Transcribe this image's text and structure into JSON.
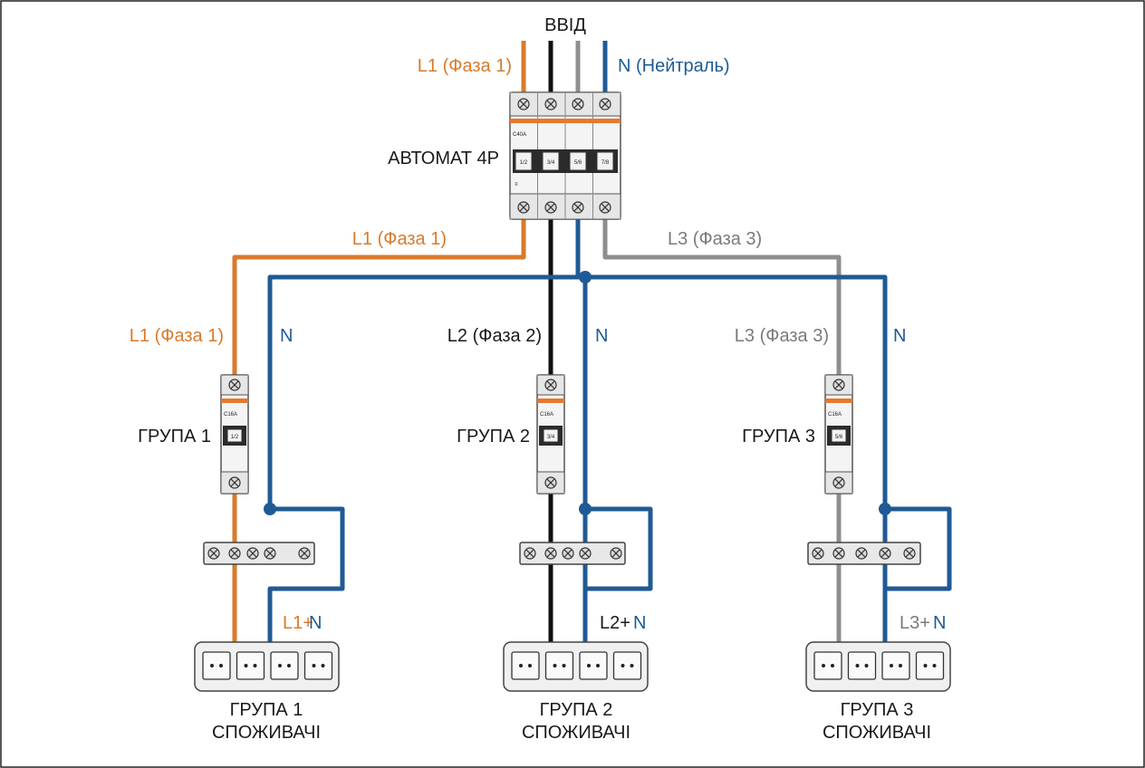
{
  "colors": {
    "l1": "#d97a2b",
    "l2": "#111111",
    "l3": "#8e8e8e",
    "neutral": "#1f5a95",
    "label_l3": "#7a7a7a",
    "breaker_stripe": "#e8782f"
  },
  "labels": {
    "input": "ВВІД",
    "l1_top": "L1 (Фаза 1)",
    "n_top": "N (Нейтраль)",
    "main_breaker": "АВТОМАТ 4P",
    "main_rating": "C40A",
    "l1_bus": "L1 (Фаза 1)",
    "l3_bus": "L3 (Фаза 3)",
    "pole_marks": [
      "1/2",
      "3/4",
      "5/6",
      "7/8"
    ],
    "main_menu_mark": "≡"
  },
  "groups": [
    {
      "phase_label": "L1 (Фаза 1)",
      "n_label": "N",
      "group_label": "ГРУПА 1",
      "rating": "C16A",
      "pole_mark": "1/2",
      "outlet_label_phase": "L1+",
      "outlet_label_n": "N",
      "consumer_line1": "ГРУПА 1",
      "consumer_line2": "СПОЖИВАЧІ"
    },
    {
      "phase_label": "L2 (Фаза 2)",
      "n_label": "N",
      "group_label": "ГРУПА 2",
      "rating": "C16A",
      "pole_mark": "3/4",
      "outlet_label_phase": "L2+",
      "outlet_label_n": "N",
      "consumer_line1": "ГРУПА 2",
      "consumer_line2": "СПОЖИВАЧІ"
    },
    {
      "phase_label": "L3 (Фаза 3)",
      "n_label": "N",
      "group_label": "ГРУПА 3",
      "rating": "C16A",
      "pole_mark": "5/6",
      "outlet_label_phase": "L3+",
      "outlet_label_n": "N",
      "consumer_line1": "ГРУПА 3",
      "consumer_line2": "СПОЖИВАЧІ"
    }
  ]
}
